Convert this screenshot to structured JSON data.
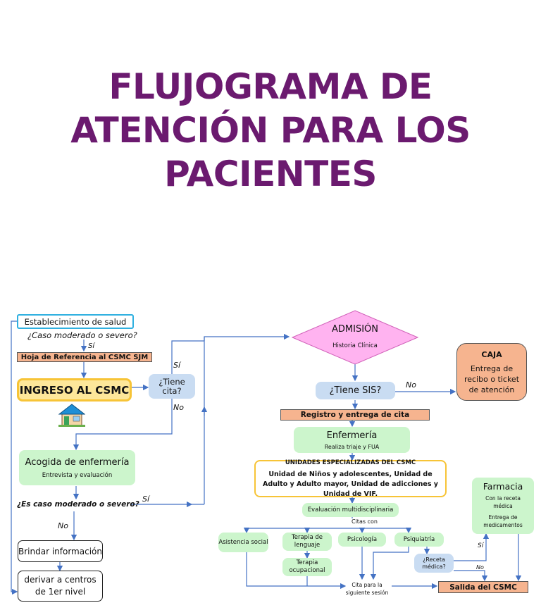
{
  "title_lines": [
    "FLUJOGRAMA DE",
    "ATENCIÓN PARA LOS",
    "PACIENTES"
  ],
  "nodes": {
    "establecimiento": "Establecimiento de salud",
    "caso_moderado_top": "¿Caso moderado o severo?",
    "si_top": "Sí",
    "hoja_referencia": "Hoja de Referencia al CSMC SJM",
    "ingreso": "INGRESO AL CSMC",
    "tiene_cita": "¿Tiene cita?",
    "si_cita": "Sí",
    "no_cita": "No",
    "acogida_title": "Acogida de enfermería",
    "acogida_sub": "Entrevista y evaluación",
    "es_caso": "¿Es caso moderado o severo?",
    "si_caso": "Sí",
    "no_caso": "No",
    "brindar": "Brindar información",
    "derivar": "derivar a centros de 1er nivel",
    "admision_title": "ADMISIÓN",
    "admision_sub": "Historia Clínica",
    "tiene_sis": "¿Tiene SIS?",
    "no_sis": "No",
    "caja_title": "CAJA",
    "caja_body": "Entrega de recibo o ticket de atención",
    "registro": "Registro y entrega de cita",
    "enfermeria_title": "Enfermería",
    "enfermeria_sub": "Realiza triaje y FUA",
    "unidades_title": "UNIDADES ESPECIALIZADAS DEL CSMC",
    "unidades_body": "Unidad de Niños y adolescentes, Unidad de Adulto y Adulto mayor, Unidad  de adicciones y Unidad de VIF.",
    "farmacia_title": "Farmacia",
    "farmacia_sub1": "Con la receta médica",
    "farmacia_sub2": "Entrega de medicamentos",
    "evaluacion": "Evaluación multidisciplinaria",
    "citas_con": "Citas con",
    "asistencia": "Asistencia social",
    "terapia_lenguaje": "Terapia de lenguaje",
    "psicologia": "Psicología",
    "psiquiatria": "Psiquiatría",
    "terapia_ocupacional": "Terapia ocupacional",
    "receta": "¿Receta médica?",
    "si_receta": "Sí",
    "no_receta": "No",
    "cita_sesion": "Cita para la siguiente sesión",
    "salida": "Salida del CSMC"
  },
  "icons": {
    "house": "house-icon"
  },
  "colors": {
    "title": "#6b1a6f",
    "green": "#ccf5cc",
    "blue": "#c9dcf2",
    "orange": "#f6b48f",
    "pink": "#ffb3f0",
    "gold": "#f7c437",
    "line": "#4472c4"
  }
}
